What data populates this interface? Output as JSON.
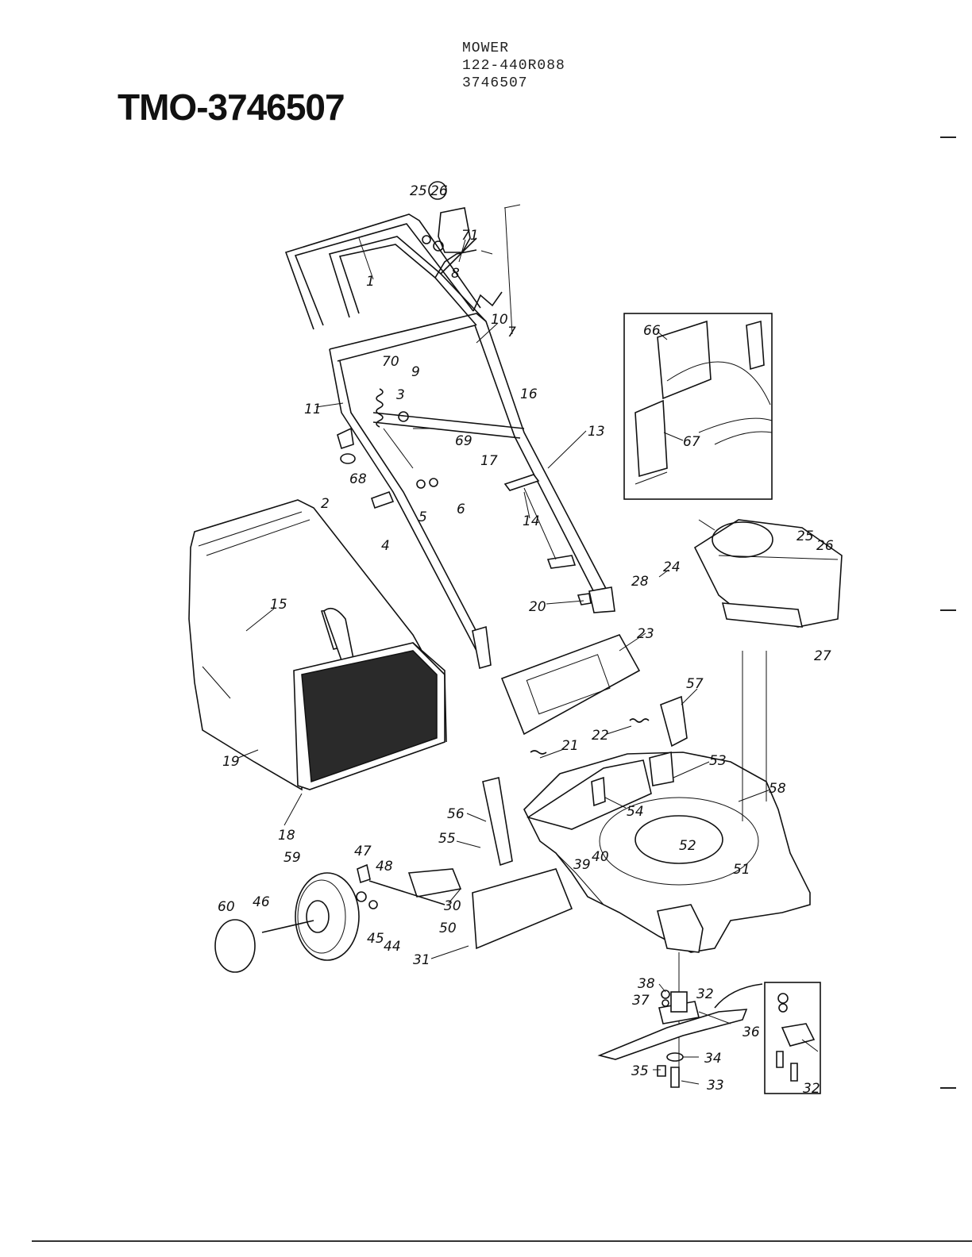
{
  "document": {
    "title": "TMO-3746507",
    "header_lines": [
      "MOWER",
      "122-440R088",
      "3746507"
    ]
  },
  "callouts": {
    "c1": "1",
    "c2": "2",
    "c3": "3",
    "c4": "4",
    "c5": "5",
    "c6": "6",
    "c7": "7",
    "c8": "8",
    "c9": "9",
    "c10": "10",
    "c11": "11",
    "c13": "13",
    "c14": "14",
    "c15": "15",
    "c16": "16",
    "c17": "17",
    "c18": "18",
    "c19": "19",
    "c20": "20",
    "c21": "21",
    "c22": "22",
    "c23": "23",
    "c24": "24",
    "c25a": "25",
    "c25b": "25",
    "c26a": "26",
    "c26b": "26",
    "c27": "27",
    "c28": "28",
    "c30": "30",
    "c31": "31",
    "c32a": "32",
    "c32b": "32",
    "c33": "33",
    "c34": "34",
    "c35": "35",
    "c36": "36",
    "c37": "37",
    "c38": "38",
    "c39": "39",
    "c40": "40",
    "c44": "44",
    "c45": "45",
    "c46": "46",
    "c47": "47",
    "c48": "48",
    "c50": "50",
    "c51": "51",
    "c52": "52",
    "c53": "53",
    "c54": "54",
    "c55": "55",
    "c56": "56",
    "c57": "57",
    "c58": "58",
    "c59": "59",
    "c60": "60",
    "c66": "66",
    "c67": "67",
    "c68": "68",
    "c69": "69",
    "c70": "70",
    "c71": "71"
  }
}
